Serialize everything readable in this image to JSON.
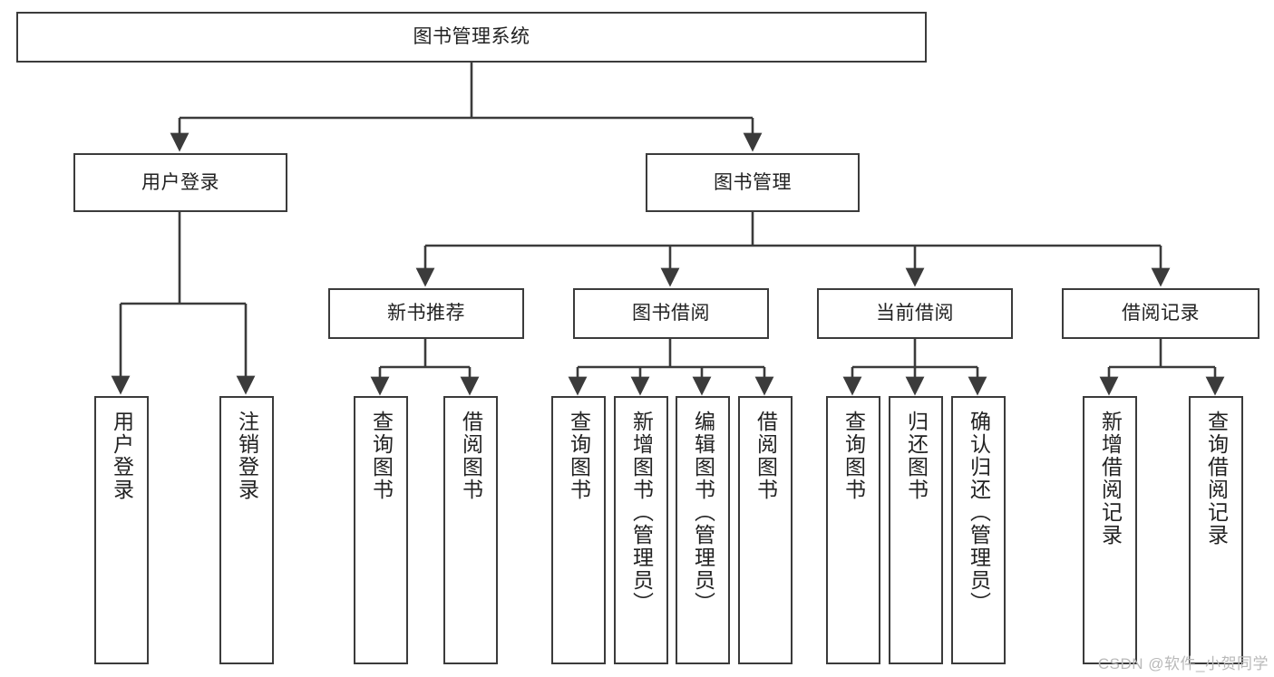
{
  "diagram": {
    "type": "hierarchy-tree",
    "title": "图书管理系统",
    "watermark": "CSDN @软件_小贺同学",
    "colors": {
      "box_stroke": "#3b3b3b",
      "box_fill": "#ffffff",
      "connector": "#3b3b3b",
      "text": "#222222",
      "watermark": "#b9b9b9"
    },
    "nodes": {
      "root": {
        "label": "图书管理系统"
      },
      "level2": [
        {
          "id": "user-login",
          "label": "用户登录"
        },
        {
          "id": "book-manage",
          "label": "图书管理"
        }
      ],
      "level3": [
        {
          "id": "new-book-recommend",
          "label": "新书推荐"
        },
        {
          "id": "book-borrow",
          "label": "图书借阅"
        },
        {
          "id": "current-borrow",
          "label": "当前借阅"
        },
        {
          "id": "borrow-record",
          "label": "借阅记录"
        }
      ],
      "leaves": {
        "user-login": [
          {
            "id": "leaf-user-login",
            "label": "用户登录"
          },
          {
            "id": "leaf-logout",
            "label": "注销登录"
          }
        ],
        "new-book-recommend": [
          {
            "id": "leaf-query-book-1",
            "label": "查询图书"
          },
          {
            "id": "leaf-borrow-book-1",
            "label": "借阅图书"
          }
        ],
        "book-borrow": [
          {
            "id": "leaf-query-book-2",
            "label": "查询图书"
          },
          {
            "id": "leaf-add-book",
            "label": "新增图书（管理员）"
          },
          {
            "id": "leaf-edit-book",
            "label": "编辑图书（管理员）"
          },
          {
            "id": "leaf-borrow-book-2",
            "label": "借阅图书"
          }
        ],
        "current-borrow": [
          {
            "id": "leaf-query-book-3",
            "label": "查询图书"
          },
          {
            "id": "leaf-return-book",
            "label": "归还图书"
          },
          {
            "id": "leaf-confirm-return",
            "label": "确认归还（管理员）"
          }
        ],
        "borrow-record": [
          {
            "id": "leaf-add-record",
            "label": "新增借阅记录"
          },
          {
            "id": "leaf-query-record",
            "label": "查询借阅记录"
          }
        ]
      }
    }
  }
}
